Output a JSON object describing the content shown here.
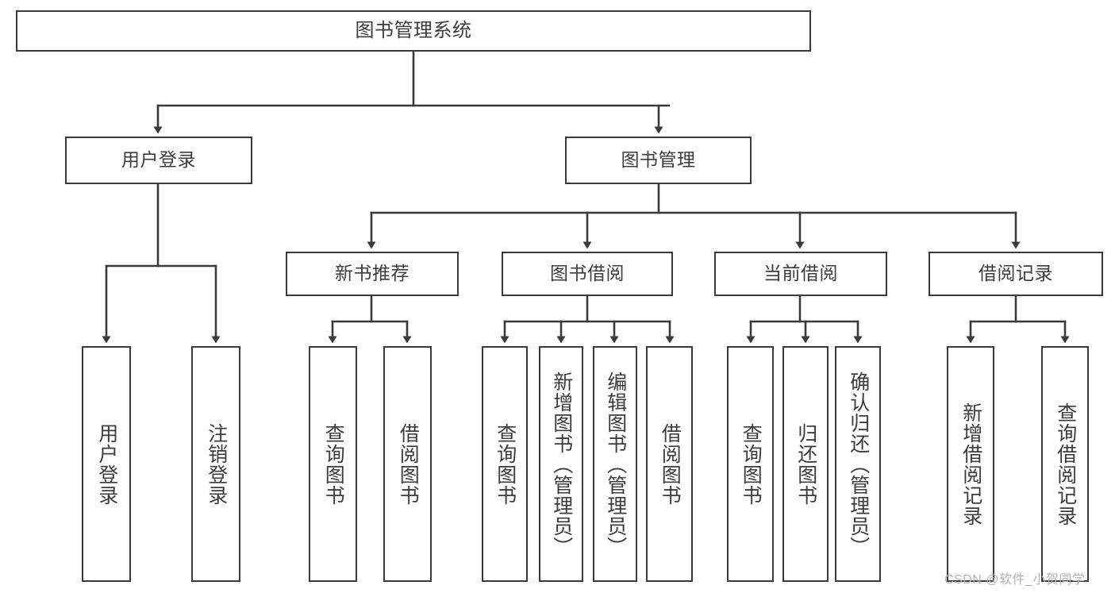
{
  "diagram": {
    "title": "图书管理系统",
    "type": "tree",
    "watermark": "CSDN @软件_小贺同学",
    "colors": {
      "line": "#3a3a3a",
      "text": "#3c3c3c",
      "background": "#ffffff",
      "watermark": "#b4b4b4"
    },
    "levels": {
      "root": {
        "label": "图书管理系统"
      },
      "level2": [
        {
          "label": "用户登录"
        },
        {
          "label": "图书管理"
        }
      ],
      "level3": [
        {
          "label": "新书推荐"
        },
        {
          "label": "图书借阅"
        },
        {
          "label": "当前借阅"
        },
        {
          "label": "借阅记录"
        }
      ]
    },
    "nodes": {
      "root": "图书管理系统",
      "user_login": "用户登录",
      "book_manage": "图书管理",
      "new_book_rec": "新书推荐",
      "book_borrow": "图书借阅",
      "current_borrow": "当前借阅",
      "borrow_record": "借阅记录",
      "leaf_user_login": "用户登录",
      "leaf_logout": "注销登录",
      "leaf_query_book_1": "查询图书",
      "leaf_borrow_book_1": "借阅图书",
      "leaf_query_book_2": "查询图书",
      "leaf_add_book": "新增图书（管理员）",
      "leaf_edit_book": "编辑图书（管理员）",
      "leaf_borrow_book_2": "借阅图书",
      "leaf_query_book_3": "查询图书",
      "leaf_return_book": "归还图书",
      "leaf_confirm_return": "确认归还（管理员）",
      "leaf_add_record": "新增借阅记录",
      "leaf_query_record": "查询借阅记录"
    }
  }
}
